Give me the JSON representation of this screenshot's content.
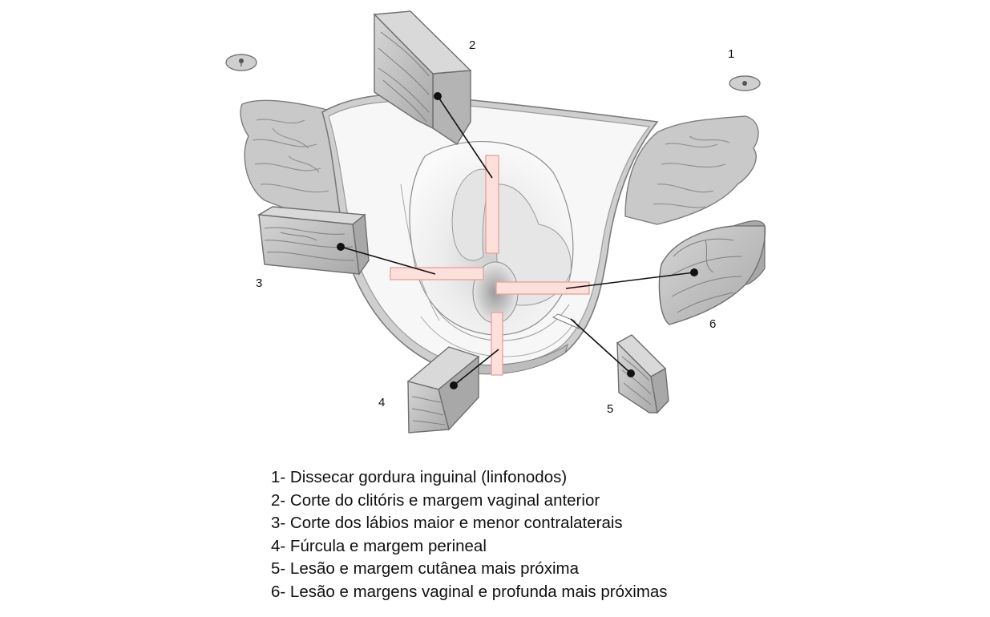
{
  "diagram": {
    "markers": [
      "1",
      "2",
      "3",
      "4",
      "5",
      "6"
    ]
  },
  "legend": [
    "1- Dissecar gordura inguinal (linfonodos)",
    "2- Corte do clitóris e margem vaginal anterior",
    "3- Corte dos lábios maior e menor contralaterais",
    "4- Fúrcula e margem perineal",
    "5- Lesão e margem cutânea mais próxima",
    "6- Lesão e margens vaginal e profunda mais próximas"
  ],
  "colors": {
    "tissue": "#c8c8c8",
    "tissue_dark": "#8a8a8a",
    "inner": "#efefef",
    "cut_fill": "#fde0dc",
    "cut_stroke": "#e8a59c",
    "pointer": "#111111"
  }
}
